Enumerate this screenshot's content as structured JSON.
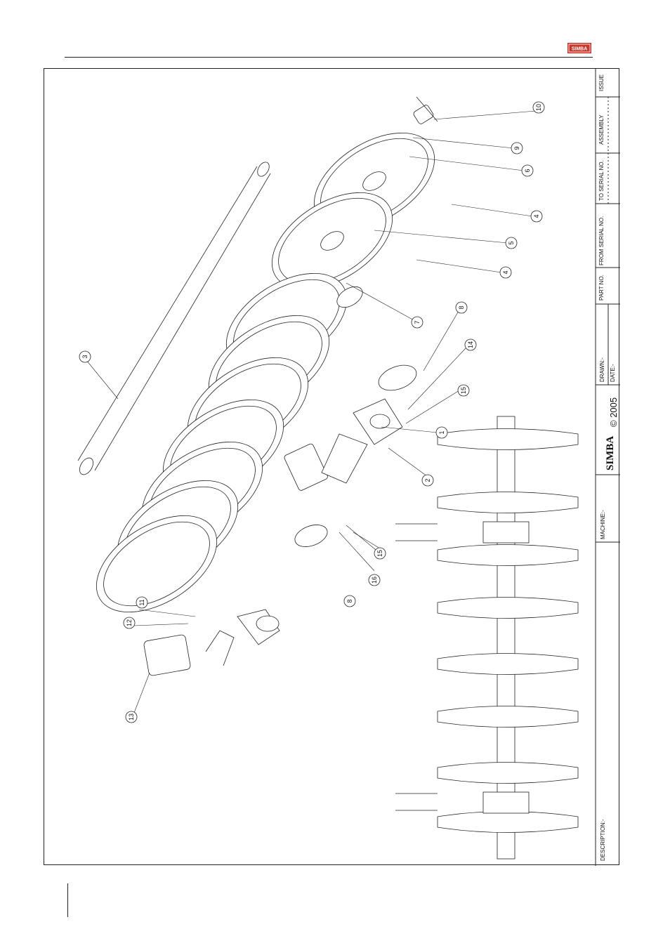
{
  "logo": {
    "text": "SIMBA",
    "color": "#c8362c"
  },
  "title_block": {
    "description_label": "DESCRIPTION:-",
    "machine_label": "MACHINE:-",
    "brand": "SIMBA",
    "copyright": "© 2005",
    "drawn_label": "DRAWN:-",
    "date_label": "DATE:-",
    "part_no_label": "PART NO.",
    "from_serial_label": "FROM SERIAL NO.",
    "to_serial_label": "TO SERIAL NO.",
    "assembly_label": "ASSEMBLY",
    "issue_label": "ISSUE"
  },
  "callouts": [
    "1",
    "2",
    "3",
    "4",
    "4",
    "5",
    "6",
    "7",
    "8",
    "8",
    "9",
    "10",
    "11",
    "12",
    "13",
    "14",
    "15",
    "15",
    "16"
  ]
}
